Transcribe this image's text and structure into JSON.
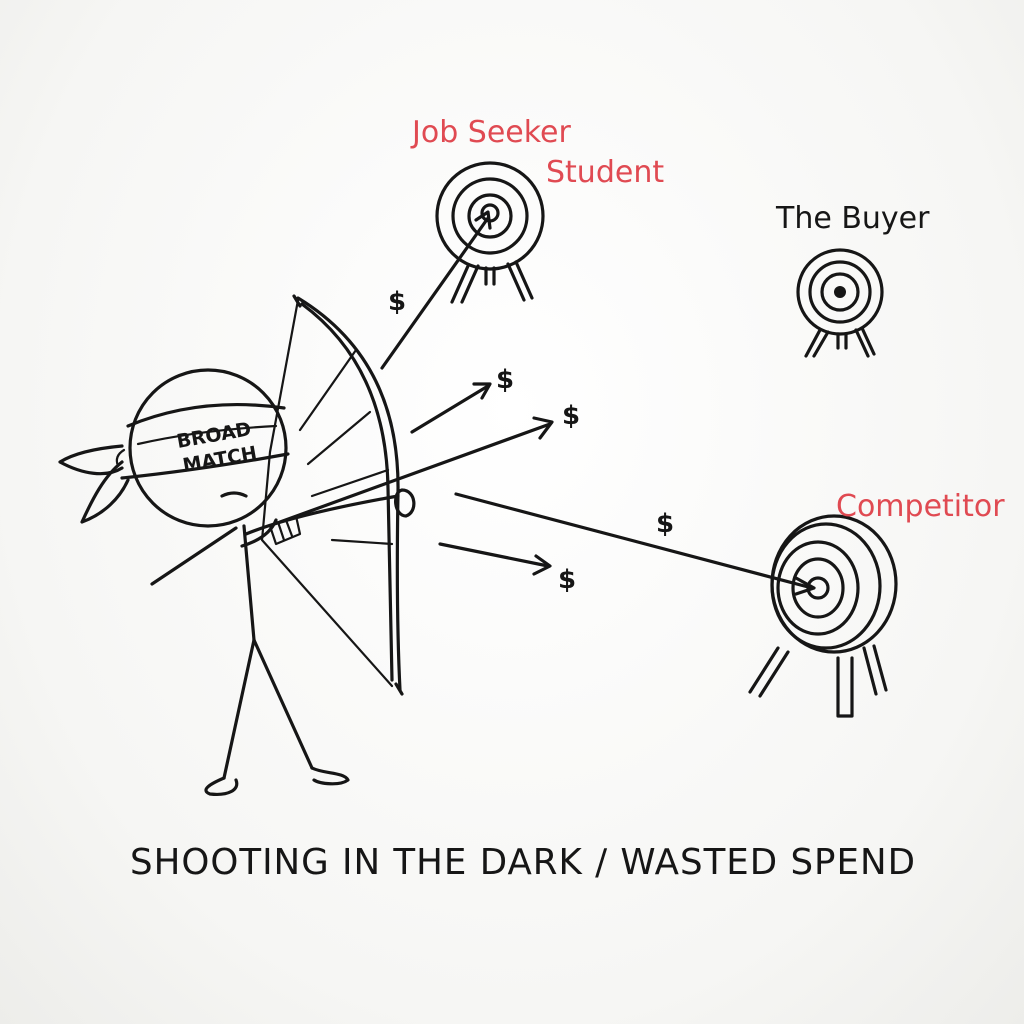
{
  "labels": {
    "job_seeker": "Job Seeker",
    "student": "Student",
    "the_buyer": "The Buyer",
    "competitor": "Competitor"
  },
  "blindfold": {
    "line1": "BROAD",
    "line2": "MATCH"
  },
  "dollar_sign": "$",
  "caption": "SHOOTING IN THE DARK / WASTED SPEND",
  "colors": {
    "ink": "#161616",
    "accent_red": "#e04a52",
    "board": "#f7f7f5"
  }
}
